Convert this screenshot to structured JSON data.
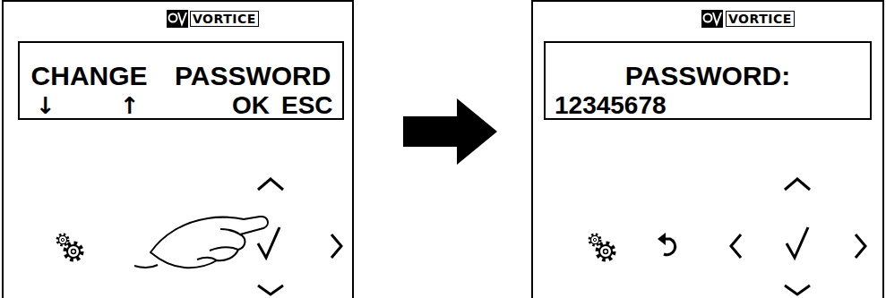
{
  "diagram": {
    "nodes": [
      {
        "text": [
          "VORTICE"
        ]
      },
      {
        "text": [
          "CHANGE PASSWORD",
          "↓",
          "↑",
          "OK",
          "ESC"
        ],
        "in": 0
      },
      {
        "text": [
          "VORTICE"
        ]
      },
      {
        "text": [
          "PASSWORD:",
          "12345678"
        ],
        "in": 2
      }
    ],
    "edges": [
      {
        "from": 0,
        "to": 2,
        "arrow": "to"
      }
    ]
  }
}
